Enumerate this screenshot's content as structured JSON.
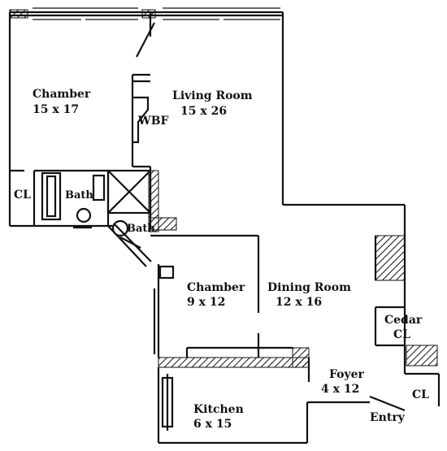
{
  "plan": {
    "colors": {
      "wall": "#111111",
      "hatch": "#111111",
      "background": "#ffffff"
    },
    "labels": {
      "chamber_main": {
        "name": "Chamber",
        "size": "15 x 17"
      },
      "living_room": {
        "name": "Living Room",
        "size": "15 x 26"
      },
      "wbf": "WBF",
      "cl_left": "CL",
      "bath_main": "Bath",
      "bath_small": "Bath",
      "chamber_small": {
        "name": "Chamber",
        "size": "9 x 12"
      },
      "dining_room": {
        "name": "Dining Room",
        "size": "12 x 16"
      },
      "cedar": {
        "name": "Cedar",
        "sub": "CL"
      },
      "foyer": {
        "name": "Foyer",
        "size": "4 x 12"
      },
      "cl_right": "CL",
      "kitchen": {
        "name": "Kitchen",
        "size": "6 x 15"
      },
      "entry": "Entry"
    }
  }
}
